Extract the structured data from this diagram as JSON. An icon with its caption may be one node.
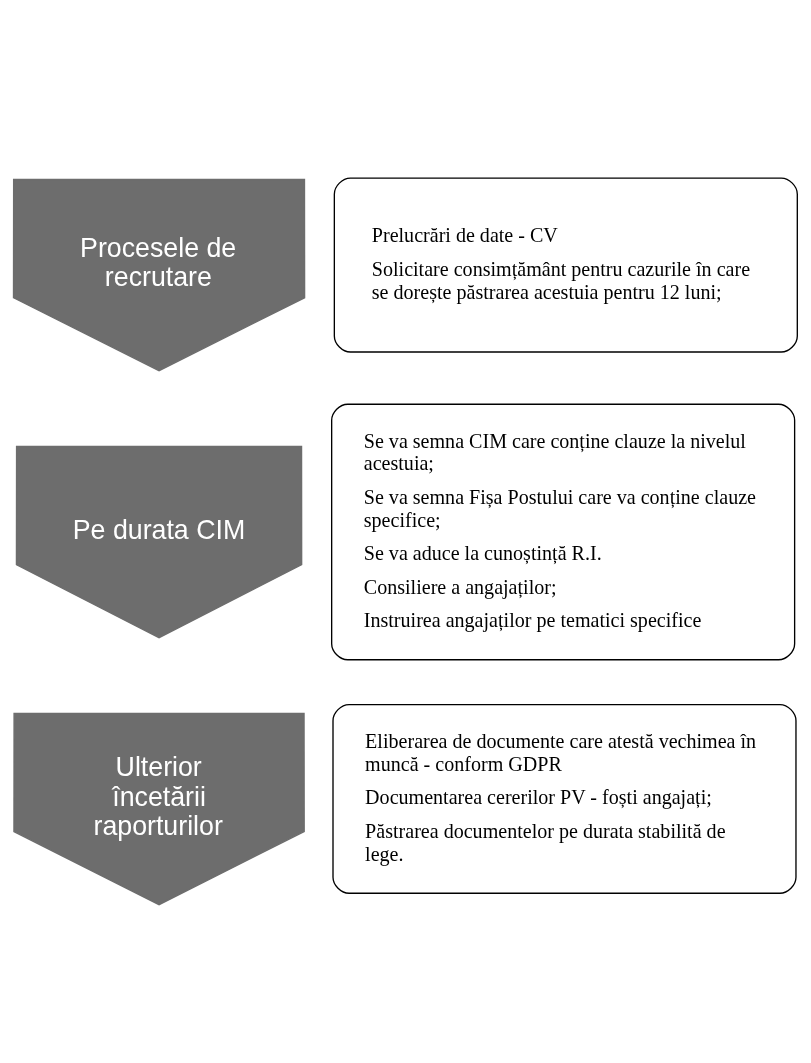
{
  "diagram": {
    "nodes": [
      {
        "text": [
          "Procesele de recrutare"
        ]
      },
      {
        "text": [
          "Prelucrări de date - CV",
          "Solicitare consimțământ pentru cazurile în care se dorește păstrarea acestuia pentru 12 luni;"
        ]
      },
      {
        "text": [
          "Pe durata CIM"
        ]
      },
      {
        "text": [
          "Se va semna CIM care conține clauze la nivelul acestuia;",
          "Se va semna Fișa Postului care va conține clauze specifice;",
          "Se va aduce la cunoștință R.I.",
          "Consiliere a angajaților;",
          "Instruirea angajaților pe tematici specifice"
        ]
      },
      {
        "text": [
          "Ulterior încetării raporturilor"
        ]
      },
      {
        "text": [
          "Eliberarea de documente care atestă vechimea în muncă - conform GDPR",
          "Documentarea cererilor PV - foști angajați;",
          "Păstrarea documentelor pe durata stabilită de lege."
        ]
      }
    ]
  }
}
